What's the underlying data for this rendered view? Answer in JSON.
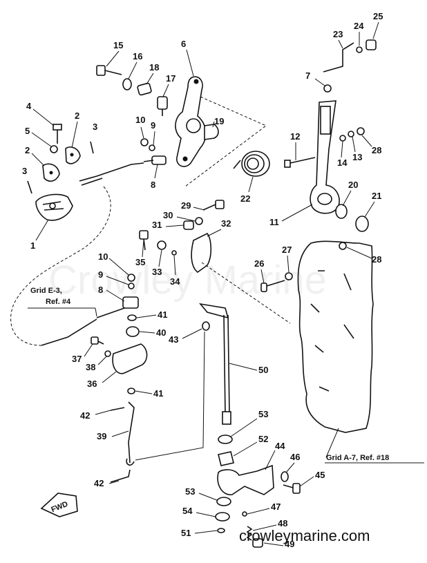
{
  "labels": [
    {
      "id": "1",
      "text": "1"
    },
    {
      "id": "2a",
      "text": "2"
    },
    {
      "id": "2b",
      "text": "2"
    },
    {
      "id": "3a",
      "text": "3"
    },
    {
      "id": "3b",
      "text": "3"
    },
    {
      "id": "4",
      "text": "4"
    },
    {
      "id": "5",
      "text": "5"
    },
    {
      "id": "6",
      "text": "6"
    },
    {
      "id": "7",
      "text": "7"
    },
    {
      "id": "8a",
      "text": "8"
    },
    {
      "id": "8b",
      "text": "8"
    },
    {
      "id": "9a",
      "text": "9"
    },
    {
      "id": "9b",
      "text": "9"
    },
    {
      "id": "10a",
      "text": "10"
    },
    {
      "id": "10b",
      "text": "10"
    },
    {
      "id": "11",
      "text": "11"
    },
    {
      "id": "12",
      "text": "12"
    },
    {
      "id": "13",
      "text": "13"
    },
    {
      "id": "14",
      "text": "14"
    },
    {
      "id": "15",
      "text": "15"
    },
    {
      "id": "16",
      "text": "16"
    },
    {
      "id": "17",
      "text": "17"
    },
    {
      "id": "18",
      "text": "18"
    },
    {
      "id": "19",
      "text": "19"
    },
    {
      "id": "20",
      "text": "20"
    },
    {
      "id": "21",
      "text": "21"
    },
    {
      "id": "22",
      "text": "22"
    },
    {
      "id": "23",
      "text": "23"
    },
    {
      "id": "24",
      "text": "24"
    },
    {
      "id": "25",
      "text": "25"
    },
    {
      "id": "26",
      "text": "26"
    },
    {
      "id": "27",
      "text": "27"
    },
    {
      "id": "28a",
      "text": "28"
    },
    {
      "id": "28b",
      "text": "28"
    },
    {
      "id": "29",
      "text": "29"
    },
    {
      "id": "30",
      "text": "30"
    },
    {
      "id": "31",
      "text": "31"
    },
    {
      "id": "32",
      "text": "32"
    },
    {
      "id": "33",
      "text": "33"
    },
    {
      "id": "34",
      "text": "34"
    },
    {
      "id": "35",
      "text": "35"
    },
    {
      "id": "36",
      "text": "36"
    },
    {
      "id": "37",
      "text": "37"
    },
    {
      "id": "38",
      "text": "38"
    },
    {
      "id": "39",
      "text": "39"
    },
    {
      "id": "40",
      "text": "40"
    },
    {
      "id": "41a",
      "text": "41"
    },
    {
      "id": "41b",
      "text": "41"
    },
    {
      "id": "42a",
      "text": "42"
    },
    {
      "id": "42b",
      "text": "42"
    },
    {
      "id": "43",
      "text": "43"
    },
    {
      "id": "44",
      "text": "44"
    },
    {
      "id": "45",
      "text": "45"
    },
    {
      "id": "46",
      "text": "46"
    },
    {
      "id": "47",
      "text": "47"
    },
    {
      "id": "48",
      "text": "48"
    },
    {
      "id": "49",
      "text": "49"
    },
    {
      "id": "50",
      "text": "50"
    },
    {
      "id": "51",
      "text": "51"
    },
    {
      "id": "52",
      "text": "52"
    },
    {
      "id": "53a",
      "text": "53"
    },
    {
      "id": "53b",
      "text": "53"
    },
    {
      "id": "54",
      "text": "54"
    }
  ],
  "references": {
    "grid_e3_line1": "Grid E-3,",
    "grid_e3_line2": "Ref. #4",
    "grid_a7": "Grid A-7, Ref. #18"
  },
  "fwd_label": "FWD",
  "watermark": "Crowley Marine",
  "site": "crowleymarine.com"
}
